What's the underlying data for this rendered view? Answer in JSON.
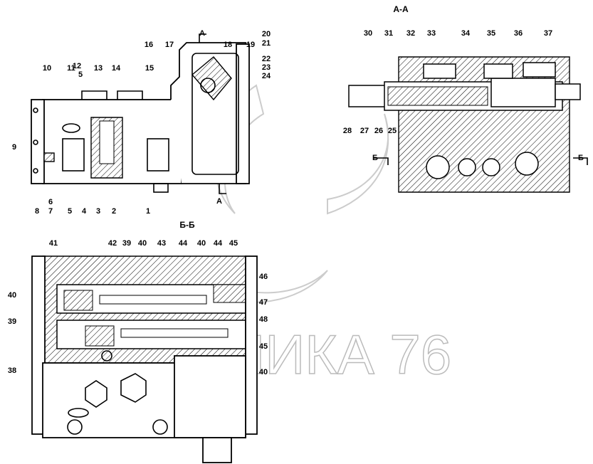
{
  "watermark": "ДИНАМИКА 76",
  "side_view": {
    "section_markers": [
      "А",
      "А"
    ],
    "labels": [
      "10",
      "11",
      "12",
      "5",
      "13",
      "14",
      "15",
      "16",
      "17",
      "18",
      "19",
      "20",
      "21",
      "22",
      "23",
      "24",
      "9",
      "6",
      "7",
      "8",
      "5",
      "4",
      "3",
      "2",
      "1"
    ]
  },
  "section_aa": {
    "title": "А-А",
    "section_markers": [
      "Б",
      "Б"
    ],
    "labels": [
      "30",
      "31",
      "32",
      "33",
      "34",
      "35",
      "36",
      "37",
      "28",
      "27",
      "26",
      "25"
    ]
  },
  "section_bb": {
    "title": "Б-Б",
    "labels": [
      "41",
      "42",
      "39",
      "40",
      "43",
      "44",
      "40",
      "44",
      "45",
      "46",
      "47",
      "48",
      "45",
      "40",
      "40",
      "39",
      "38"
    ]
  }
}
